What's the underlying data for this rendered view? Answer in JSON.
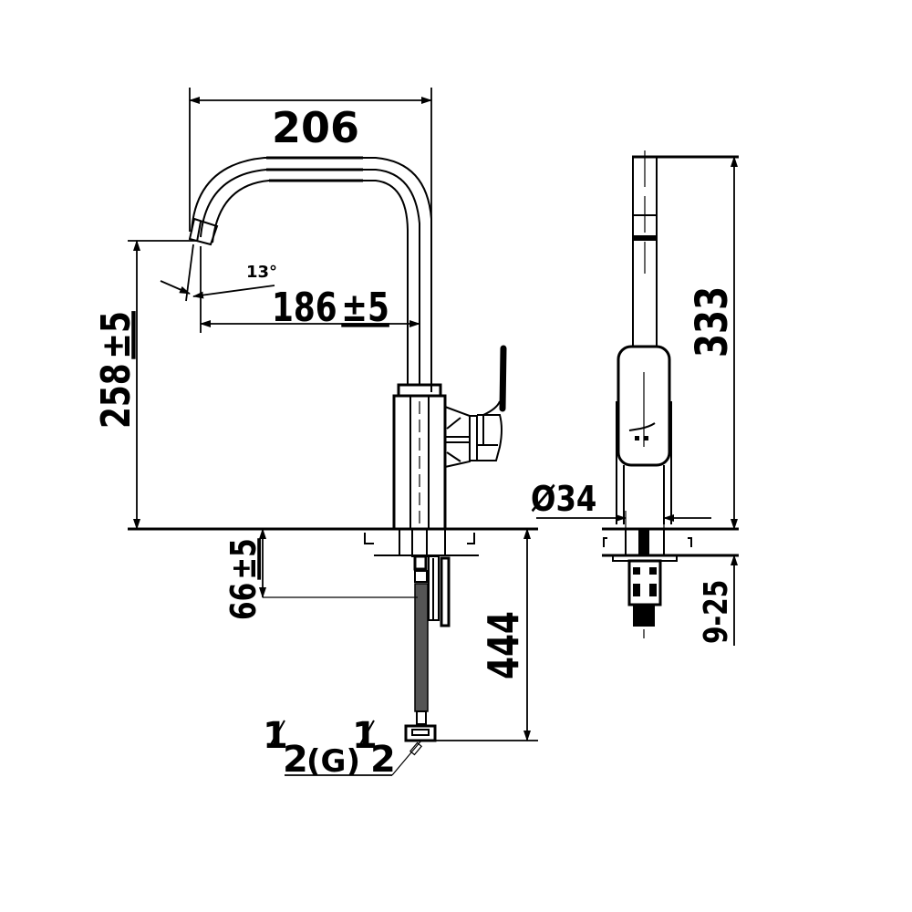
{
  "diagram": {
    "type": "technical-drawing",
    "subject": "single-lever kitchen sink faucet with swivel spout",
    "views": [
      "side-elevation",
      "front-elevation"
    ],
    "colors": {
      "line": "#000000",
      "background": "#ffffff",
      "hose": "#555555"
    }
  },
  "dimensions": {
    "spout_reach_overall": {
      "label": "206",
      "unit": "mm"
    },
    "spout_reach_outlet": {
      "label": "186±5",
      "main": "186",
      "tol": "±5"
    },
    "outlet_angle": {
      "label": "13°"
    },
    "outlet_height": {
      "label": "258±5",
      "main": "258",
      "tol": "±5"
    },
    "shank_depth": {
      "label": "66±5",
      "main": "66",
      "tol": "±5"
    },
    "hose_length": {
      "label": "444"
    },
    "overall_height": {
      "label": "333"
    },
    "mounting_hole": {
      "label": "Ø34"
    },
    "deck_thickness": {
      "label": "9-25"
    },
    "connection_thread": {
      "label": "1/2(G)1/2",
      "parts": [
        "1",
        "2",
        "(G)",
        "1",
        "2"
      ]
    }
  }
}
